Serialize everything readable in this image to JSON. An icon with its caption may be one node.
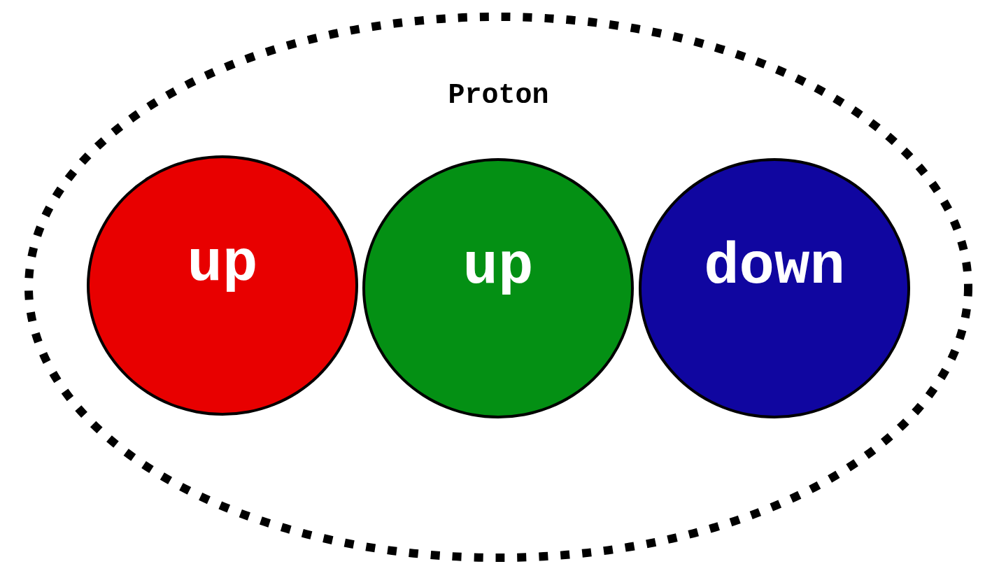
{
  "diagram": {
    "nodes": [
      {
        "text": [
          "Proton"
        ]
      },
      {
        "text": [
          "up"
        ],
        "in": 0
      },
      {
        "text": [
          "up"
        ],
        "in": 0
      },
      {
        "text": [
          "down"
        ],
        "in": 0
      }
    ]
  }
}
